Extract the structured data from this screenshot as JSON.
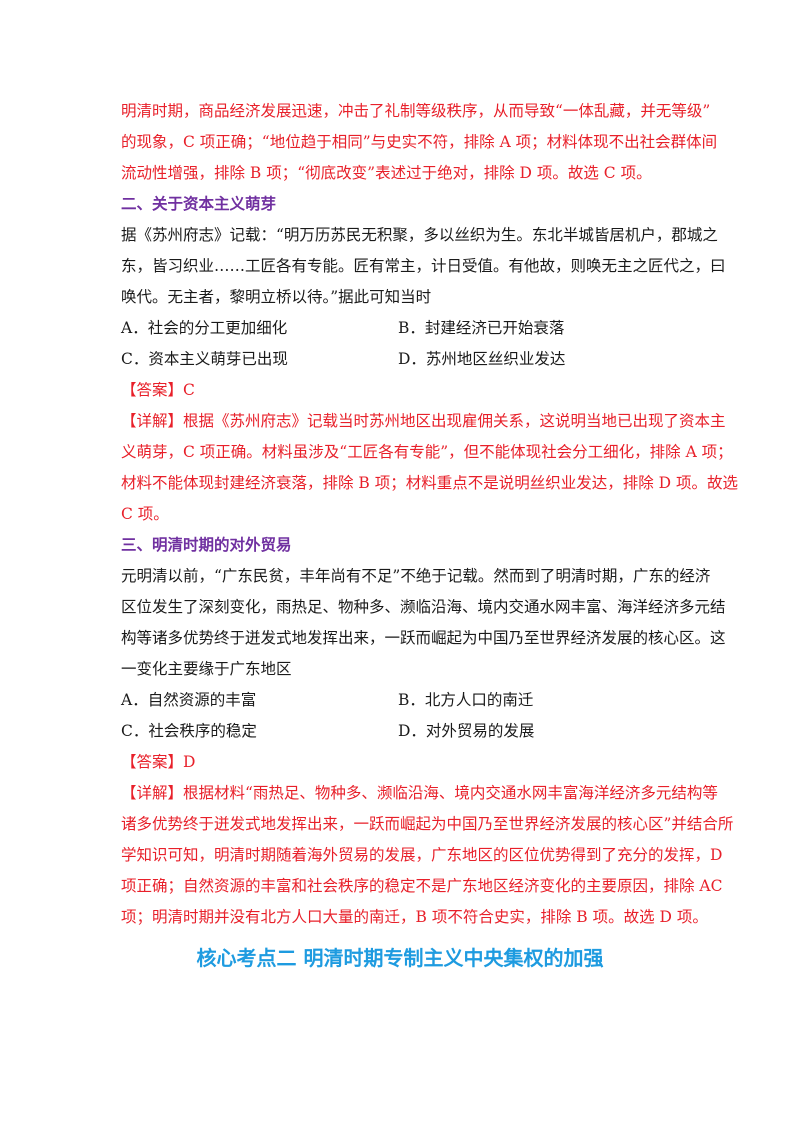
{
  "intro": {
    "lines": [
      "明清时期，商品经济发展迅速，冲击了礼制等级秩序，从而导致“一体乱藏，并无等级”",
      "的现象，C 项正确；“地位趋于相同”与史实不符，排除 A 项；材料体现不出社会群体间",
      "流动性增强，排除 B 项；“彻底改变”表述过于绝对，排除 D 项。故选 C 项。"
    ]
  },
  "section2": {
    "heading": "二、关于资本主义萌芽",
    "question": [
      "据《苏州府志》记载：“明万历苏民无积聚，多以丝织为生。东北半城皆居机户，郡城之",
      "东，皆习织业……工匠各有专能。匠有常主，计日受值。有他故，则唤无主之匠代之，曰",
      "唤代。无主者，黎明立桥以待。”据此可知当时"
    ],
    "options": [
      {
        "label": "A．社会的分工更加细化"
      },
      {
        "label": "B．封建经济已开始衰落"
      },
      {
        "label": "C．资本主义萌芽已出现"
      },
      {
        "label": "D．苏州地区丝织业发达"
      }
    ],
    "answer": "【答案】C",
    "detail": [
      "【详解】根据《苏州府志》记载当时苏州地区出现雇佣关系，这说明当地已出现了资本主",
      "义萌芽，C 项正确。材料虽涉及“工匠各有专能”，但不能体现社会分工细化，排除 A 项；",
      "材料不能体现封建经济衰落，排除 B 项；材料重点不是说明丝织业发达，排除 D 项。故选",
      "C 项。"
    ]
  },
  "section3": {
    "heading": "三、明清时期的对外贸易",
    "question": [
      "元明清以前，“广东民贫，丰年尚有不足”不绝于记载。然而到了明清时期，广东的经济",
      "区位发生了深刻变化，雨热足、物种多、濒临沿海、境内交通水网丰富、海洋经济多元结",
      "构等诸多优势终于迸发式地发挥出来，一跃而崛起为中国乃至世界经济发展的核心区。这",
      "一变化主要缘于广东地区"
    ],
    "options": [
      {
        "label": "A．自然资源的丰富"
      },
      {
        "label": "B．北方人口的南迁"
      },
      {
        "label": "C．社会秩序的稳定"
      },
      {
        "label": "D．对外贸易的发展"
      }
    ],
    "answer": "【答案】D",
    "detail": [
      "【详解】根据材料“雨热足、物种多、濒临沿海、境内交通水网丰富海洋经济多元结构等",
      "诸多优势终于迸发式地发挥出来，一跃而崛起为中国乃至世界经济发展的核心区”并结合所",
      "学知识可知，明清时期随着海外贸易的发展，广东地区的区位优势得到了充分的发挥，D",
      "项正确；自然资源的丰富和社会秩序的稳定不是广东地区经济变化的主要原因，排除 AC",
      "项；明清时期并没有北方人口大量的南迁，B 项不符合史实，排除 B 项。故选 D 项。"
    ]
  },
  "final_title": "核心考点二 明清时期专制主义中央集权的加强"
}
